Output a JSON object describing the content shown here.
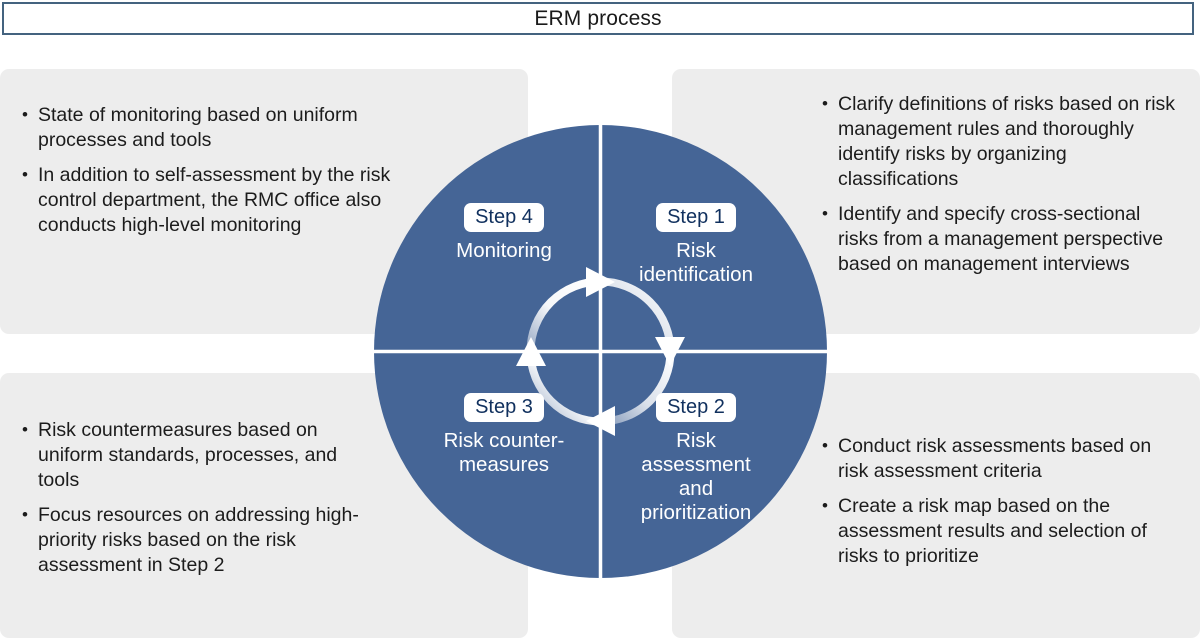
{
  "header": {
    "title": "ERM process"
  },
  "colors": {
    "circle_blue": "#456596",
    "panel_gray": "#ededed",
    "header_border": "#44637f",
    "badge_text": "#10305e",
    "body_text": "#1c1c1c",
    "white": "#ffffff"
  },
  "cycle": {
    "name": "ERM process cycle",
    "rotation": "clockwise",
    "quadrants": [
      {
        "id": "step-1",
        "position": "top-right",
        "badge": "Step 1",
        "name": "Risk\nidentification",
        "name_lines": [
          "Risk",
          "identification"
        ]
      },
      {
        "id": "step-2",
        "position": "bottom-right",
        "badge": "Step 2",
        "name": "Risk assessment and prioritization",
        "name_lines": [
          "Risk",
          "assessment",
          "and",
          "prioritization"
        ]
      },
      {
        "id": "step-3",
        "position": "bottom-left",
        "badge": "Step 3",
        "name": "Risk counter-measures",
        "name_lines": [
          "Risk counter-",
          "measures"
        ]
      },
      {
        "id": "step-4",
        "position": "top-left",
        "badge": "Step 4",
        "name": "Monitoring",
        "name_lines": [
          "Monitoring"
        ]
      }
    ]
  },
  "panels": {
    "top_left": {
      "for_step": "Step 4",
      "bullets": [
        "State of monitoring based on uniform processes and tools",
        "In addition to self-assessment by the risk control department, the RMC office also conducts high-level monitoring"
      ]
    },
    "top_right": {
      "for_step": "Step 1",
      "bullets": [
        "Clarify definitions of risks based on risk management rules and thoroughly identify risks by organizing classifications",
        "Identify and specify cross-sectional risks from a management perspective based on management interviews"
      ]
    },
    "bottom_left": {
      "for_step": "Step 3",
      "bullets": [
        "Risk countermeasures based on uniform standards, processes, and tools",
        "Focus resources on addressing high-priority risks based on the risk assessment in Step 2"
      ]
    },
    "bottom_right": {
      "for_step": "Step 2",
      "bullets": [
        "Conduct risk assessments based on risk assessment criteria",
        "Create a risk map based on the assessment results and selection of risks to prioritize"
      ]
    }
  }
}
